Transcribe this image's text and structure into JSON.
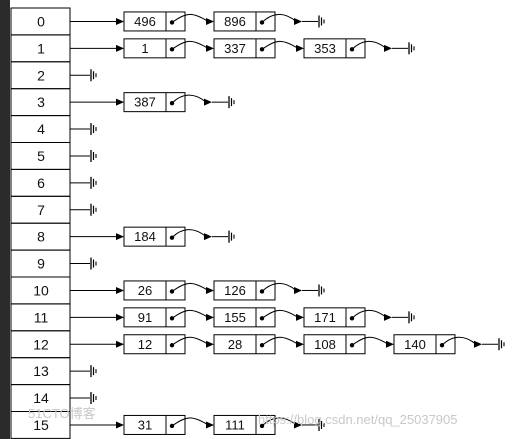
{
  "buckets": [
    {
      "index": "0",
      "values": [
        "496",
        "896"
      ]
    },
    {
      "index": "1",
      "values": [
        "1",
        "337",
        "353"
      ]
    },
    {
      "index": "2",
      "values": []
    },
    {
      "index": "3",
      "values": [
        "387"
      ]
    },
    {
      "index": "4",
      "values": []
    },
    {
      "index": "5",
      "values": []
    },
    {
      "index": "6",
      "values": []
    },
    {
      "index": "7",
      "values": []
    },
    {
      "index": "8",
      "values": [
        "184"
      ]
    },
    {
      "index": "9",
      "values": []
    },
    {
      "index": "10",
      "values": [
        "26",
        "126"
      ]
    },
    {
      "index": "11",
      "values": [
        "91",
        "155",
        "171"
      ]
    },
    {
      "index": "12",
      "values": [
        "12",
        "28",
        "108",
        "140"
      ]
    },
    {
      "index": "13",
      "values": []
    },
    {
      "index": "14",
      "values": []
    },
    {
      "index": "15",
      "values": [
        "31",
        "111"
      ]
    }
  ],
  "watermark": {
    "left_text": "51CTO博客",
    "right_text": "https://blog.csdn.net/qq_25037905"
  },
  "colors": {
    "line": "#000000",
    "border": "#000000",
    "background": "#ffffff",
    "watermark": "#c8c8c8"
  }
}
